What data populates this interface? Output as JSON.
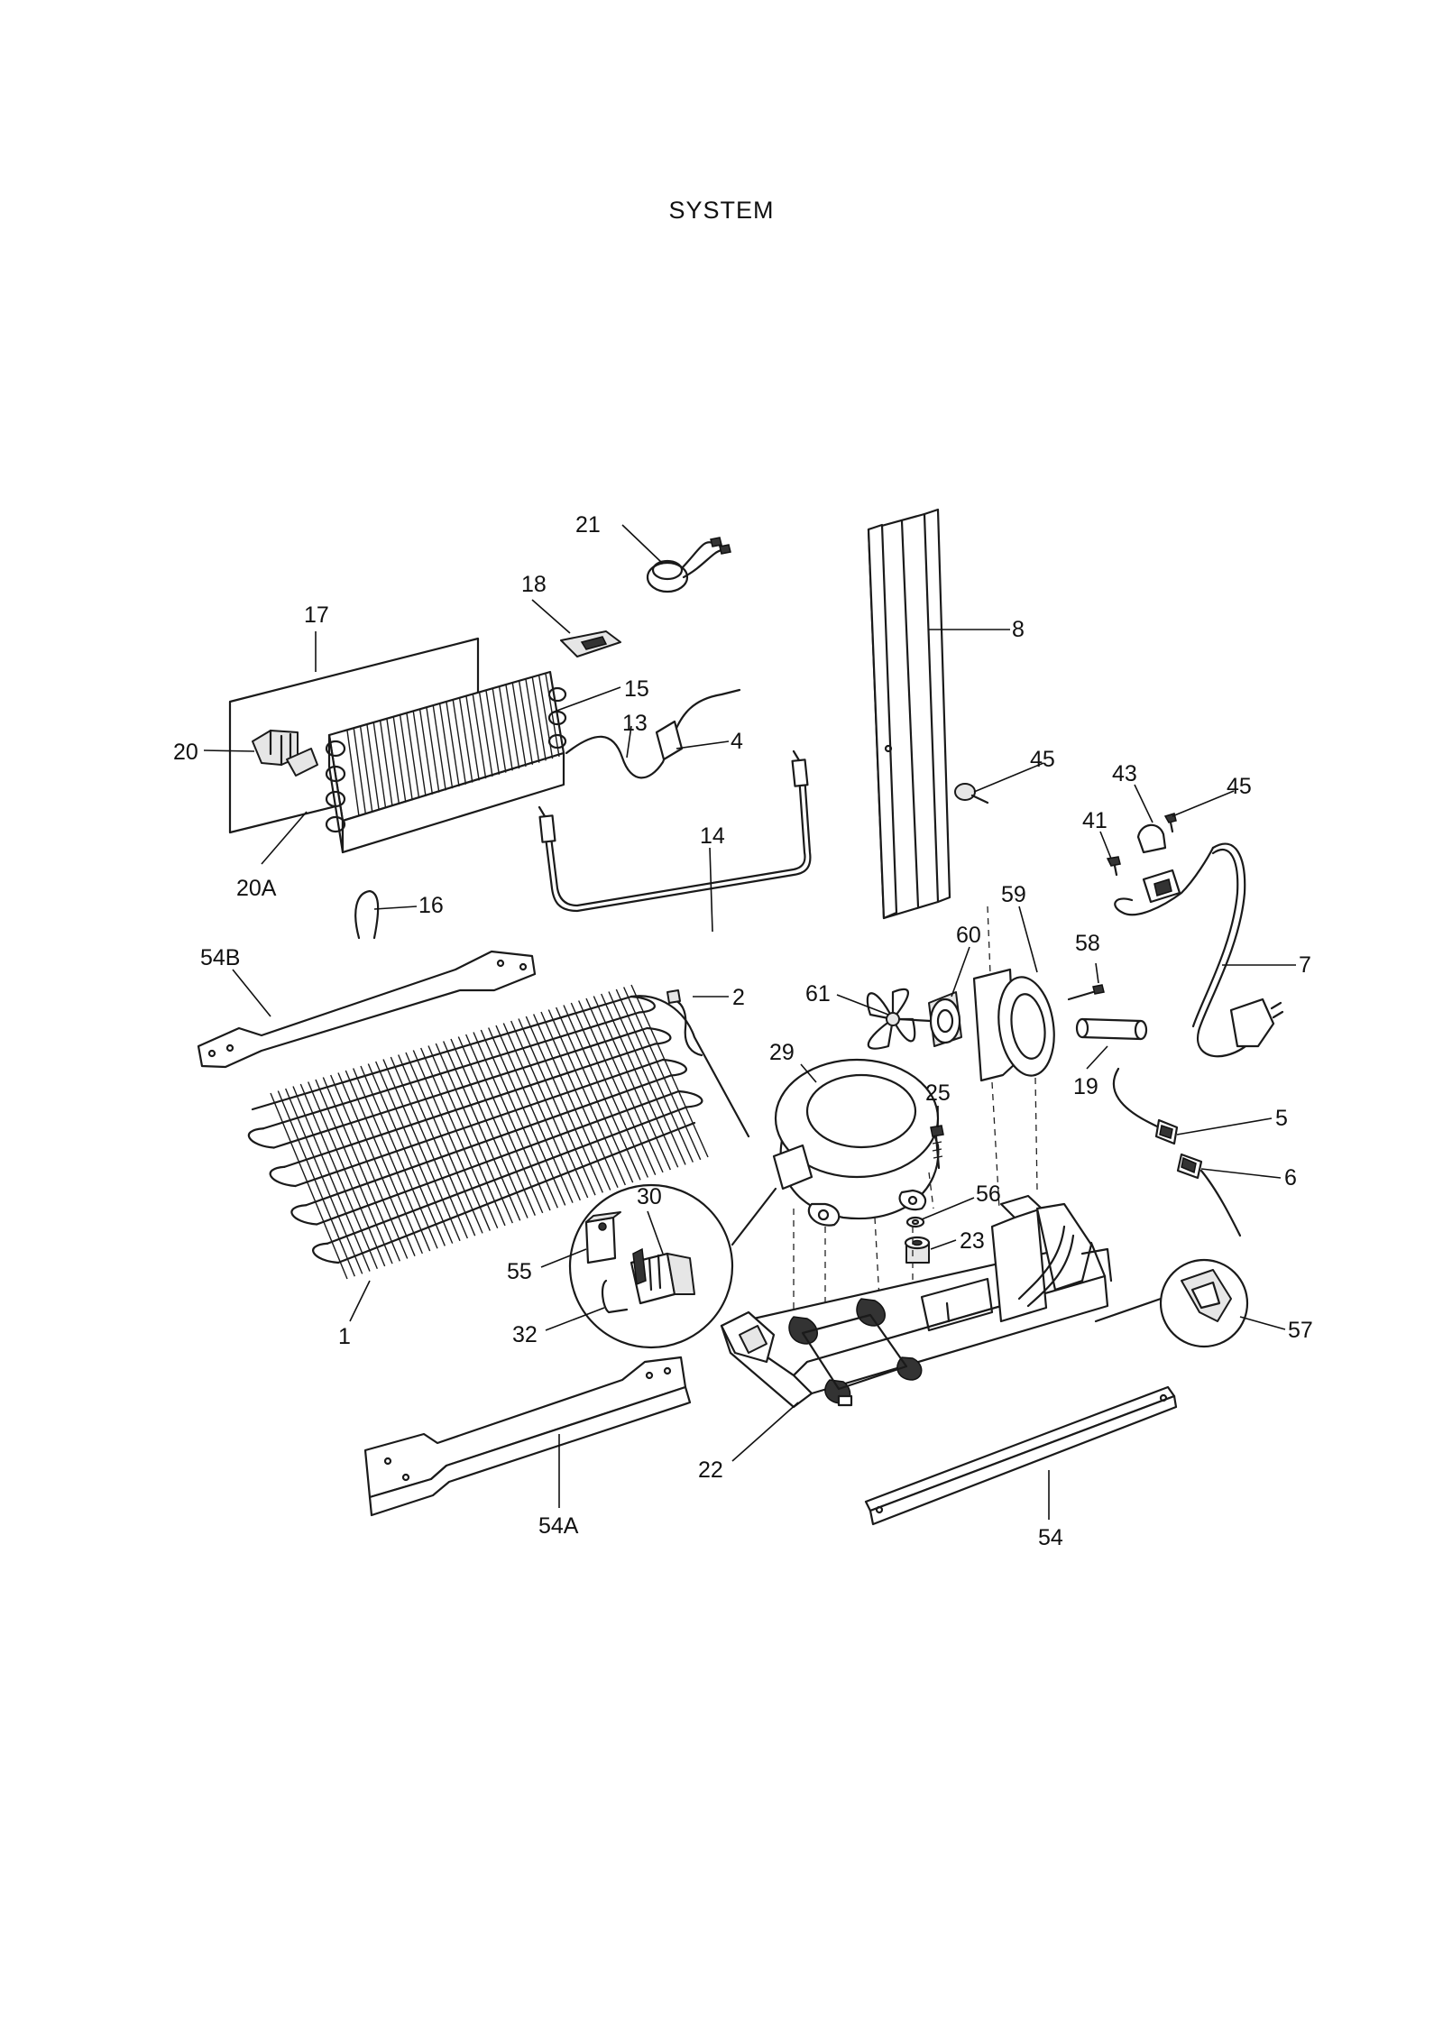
{
  "title": "SYSTEM",
  "callouts": [
    {
      "id": "21",
      "label": "21"
    },
    {
      "id": "18",
      "label": "18"
    },
    {
      "id": "17",
      "label": "17"
    },
    {
      "id": "15",
      "label": "15"
    },
    {
      "id": "13",
      "label": "13"
    },
    {
      "id": "4",
      "label": "4"
    },
    {
      "id": "20",
      "label": "20"
    },
    {
      "id": "20A",
      "label": "20A"
    },
    {
      "id": "14",
      "label": "14"
    },
    {
      "id": "16",
      "label": "16"
    },
    {
      "id": "54B",
      "label": "54B"
    },
    {
      "id": "2",
      "label": "2"
    },
    {
      "id": "8",
      "label": "8"
    },
    {
      "id": "45a",
      "label": "45"
    },
    {
      "id": "43",
      "label": "43"
    },
    {
      "id": "45b",
      "label": "45"
    },
    {
      "id": "41",
      "label": "41"
    },
    {
      "id": "59",
      "label": "59"
    },
    {
      "id": "60",
      "label": "60"
    },
    {
      "id": "58",
      "label": "58"
    },
    {
      "id": "7",
      "label": "7"
    },
    {
      "id": "61",
      "label": "61"
    },
    {
      "id": "29",
      "label": "29"
    },
    {
      "id": "19",
      "label": "19"
    },
    {
      "id": "25",
      "label": "25"
    },
    {
      "id": "5",
      "label": "5"
    },
    {
      "id": "6",
      "label": "6"
    },
    {
      "id": "30",
      "label": "30"
    },
    {
      "id": "56",
      "label": "56"
    },
    {
      "id": "23",
      "label": "23"
    },
    {
      "id": "55",
      "label": "55"
    },
    {
      "id": "32",
      "label": "32"
    },
    {
      "id": "1",
      "label": "1"
    },
    {
      "id": "57",
      "label": "57"
    },
    {
      "id": "22",
      "label": "22"
    },
    {
      "id": "54A",
      "label": "54A"
    },
    {
      "id": "54",
      "label": "54"
    }
  ]
}
